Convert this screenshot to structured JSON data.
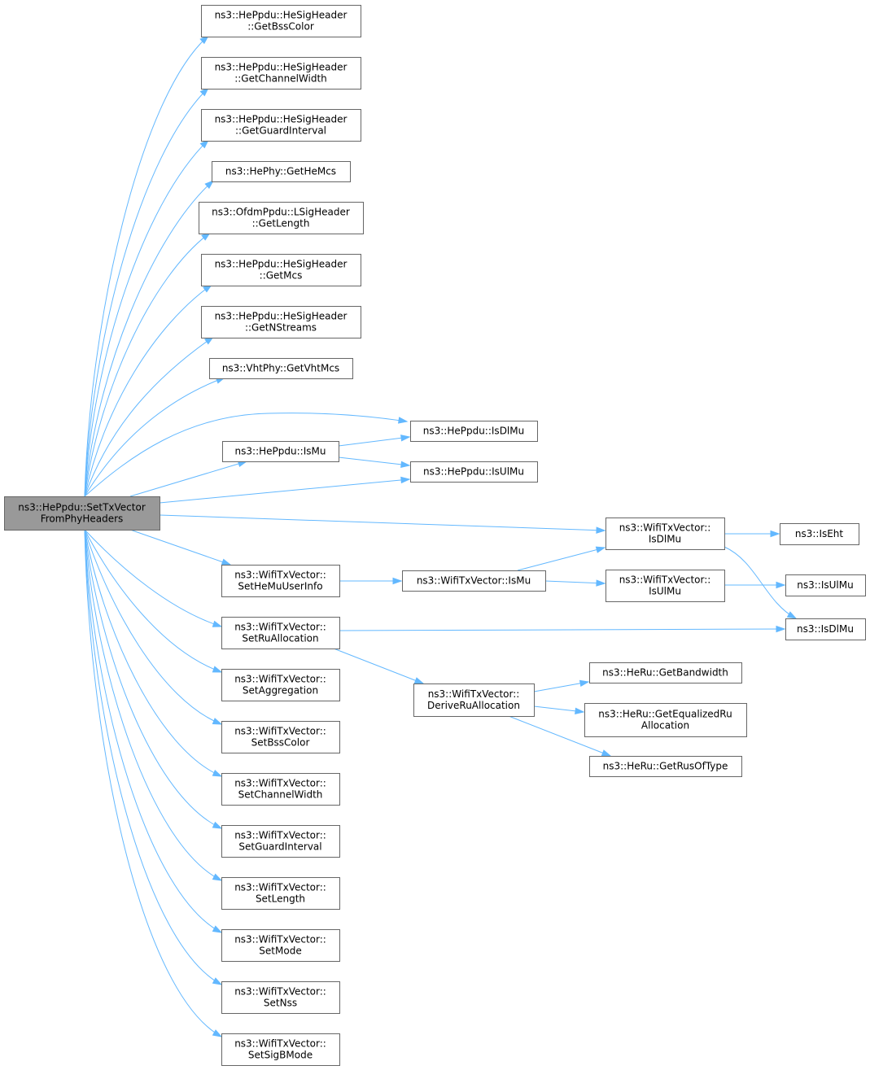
{
  "diagram": {
    "nodes": [
      {
        "id": "root",
        "lines": [
          "ns3::HePpdu::SetTxVector",
          "FromPhyHeaders"
        ]
      },
      {
        "id": "getBssColor",
        "lines": [
          "ns3::HePpdu::HeSigHeader",
          "::GetBssColor"
        ]
      },
      {
        "id": "getChannelWidth",
        "lines": [
          "ns3::HePpdu::HeSigHeader",
          "::GetChannelWidth"
        ]
      },
      {
        "id": "getGuardInterval",
        "lines": [
          "ns3::HePpdu::HeSigHeader",
          "::GetGuardInterval"
        ]
      },
      {
        "id": "getHeMcs",
        "lines": [
          "ns3::HePhy::GetHeMcs"
        ]
      },
      {
        "id": "getLength",
        "lines": [
          "ns3::OfdmPpdu::LSigHeader",
          "::GetLength"
        ]
      },
      {
        "id": "getMcs",
        "lines": [
          "ns3::HePpdu::HeSigHeader",
          "::GetMcs"
        ]
      },
      {
        "id": "getNStreams",
        "lines": [
          "ns3::HePpdu::HeSigHeader",
          "::GetNStreams"
        ]
      },
      {
        "id": "getVhtMcs",
        "lines": [
          "ns3::VhtPhy::GetVhtMcs"
        ]
      },
      {
        "id": "heIsMu",
        "lines": [
          "ns3::HePpdu::IsMu"
        ]
      },
      {
        "id": "heIsDlMu",
        "lines": [
          "ns3::HePpdu::IsDlMu"
        ]
      },
      {
        "id": "heIsUlMu",
        "lines": [
          "ns3::HePpdu::IsUlMu"
        ]
      },
      {
        "id": "wtvIsDlMu",
        "lines": [
          "ns3::WifiTxVector::",
          "IsDlMu"
        ]
      },
      {
        "id": "isEht",
        "lines": [
          "ns3::IsEht"
        ]
      },
      {
        "id": "setHeMuUserInfo",
        "lines": [
          "ns3::WifiTxVector::",
          "SetHeMuUserInfo"
        ]
      },
      {
        "id": "wtvIsMu",
        "lines": [
          "ns3::WifiTxVector::IsMu"
        ]
      },
      {
        "id": "wtvIsUlMu",
        "lines": [
          "ns3::WifiTxVector::",
          "IsUlMu"
        ]
      },
      {
        "id": "isUlMu",
        "lines": [
          "ns3::IsUlMu"
        ]
      },
      {
        "id": "setRuAllocation",
        "lines": [
          "ns3::WifiTxVector::",
          "SetRuAllocation"
        ]
      },
      {
        "id": "isDlMu",
        "lines": [
          "ns3::IsDlMu"
        ]
      },
      {
        "id": "deriveRuAllocation",
        "lines": [
          "ns3::WifiTxVector::",
          "DeriveRuAllocation"
        ]
      },
      {
        "id": "getBandwidth",
        "lines": [
          "ns3::HeRu::GetBandwidth"
        ]
      },
      {
        "id": "getEqualizedRu",
        "lines": [
          "ns3::HeRu::GetEqualizedRu",
          "Allocation"
        ]
      },
      {
        "id": "getRusOfType",
        "lines": [
          "ns3::HeRu::GetRusOfType"
        ]
      },
      {
        "id": "setAggregation",
        "lines": [
          "ns3::WifiTxVector::",
          "SetAggregation"
        ]
      },
      {
        "id": "setBssColor",
        "lines": [
          "ns3::WifiTxVector::",
          "SetBssColor"
        ]
      },
      {
        "id": "setChannelWidth",
        "lines": [
          "ns3::WifiTxVector::",
          "SetChannelWidth"
        ]
      },
      {
        "id": "setGuardInterval",
        "lines": [
          "ns3::WifiTxVector::",
          "SetGuardInterval"
        ]
      },
      {
        "id": "setLength",
        "lines": [
          "ns3::WifiTxVector::",
          "SetLength"
        ]
      },
      {
        "id": "setMode",
        "lines": [
          "ns3::WifiTxVector::",
          "SetMode"
        ]
      },
      {
        "id": "setNss",
        "lines": [
          "ns3::WifiTxVector::",
          "SetNss"
        ]
      },
      {
        "id": "setSigBMode",
        "lines": [
          "ns3::WifiTxVector::",
          "SetSigBMode"
        ]
      }
    ],
    "edges": [
      {
        "from": "root",
        "to": "getBssColor"
      },
      {
        "from": "root",
        "to": "getChannelWidth"
      },
      {
        "from": "root",
        "to": "getGuardInterval"
      },
      {
        "from": "root",
        "to": "getHeMcs"
      },
      {
        "from": "root",
        "to": "getLength"
      },
      {
        "from": "root",
        "to": "getMcs"
      },
      {
        "from": "root",
        "to": "getNStreams"
      },
      {
        "from": "root",
        "to": "getVhtMcs"
      },
      {
        "from": "root",
        "to": "heIsDlMu"
      },
      {
        "from": "root",
        "to": "heIsMu"
      },
      {
        "from": "root",
        "to": "heIsUlMu"
      },
      {
        "from": "root",
        "to": "wtvIsDlMu"
      },
      {
        "from": "root",
        "to": "setHeMuUserInfo"
      },
      {
        "from": "root",
        "to": "setRuAllocation"
      },
      {
        "from": "root",
        "to": "setAggregation"
      },
      {
        "from": "root",
        "to": "setBssColor"
      },
      {
        "from": "root",
        "to": "setChannelWidth"
      },
      {
        "from": "root",
        "to": "setGuardInterval"
      },
      {
        "from": "root",
        "to": "setLength"
      },
      {
        "from": "root",
        "to": "setMode"
      },
      {
        "from": "root",
        "to": "setNss"
      },
      {
        "from": "root",
        "to": "setSigBMode"
      },
      {
        "from": "heIsMu",
        "to": "heIsDlMu"
      },
      {
        "from": "heIsMu",
        "to": "heIsUlMu"
      },
      {
        "from": "wtvIsDlMu",
        "to": "isEht"
      },
      {
        "from": "wtvIsDlMu",
        "to": "isDlMu"
      },
      {
        "from": "setHeMuUserInfo",
        "to": "wtvIsMu"
      },
      {
        "from": "wtvIsMu",
        "to": "wtvIsDlMu"
      },
      {
        "from": "wtvIsMu",
        "to": "wtvIsUlMu"
      },
      {
        "from": "wtvIsUlMu",
        "to": "isUlMu"
      },
      {
        "from": "setRuAllocation",
        "to": "isDlMu"
      },
      {
        "from": "setRuAllocation",
        "to": "deriveRuAllocation"
      },
      {
        "from": "deriveRuAllocation",
        "to": "getBandwidth"
      },
      {
        "from": "deriveRuAllocation",
        "to": "getEqualizedRu"
      },
      {
        "from": "deriveRuAllocation",
        "to": "getRusOfType"
      }
    ]
  },
  "colors": {
    "edge": "#63b8ff",
    "node_border": "#666666",
    "node_fill": "#ffffff",
    "root_fill": "#999999"
  }
}
